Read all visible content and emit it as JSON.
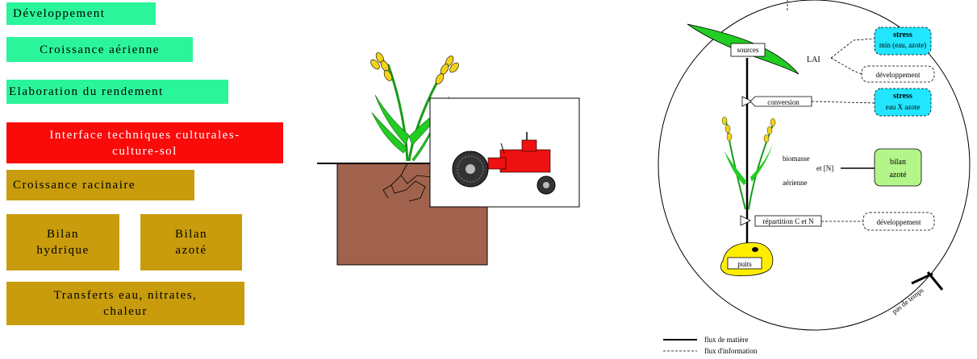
{
  "left_panel": {
    "developpement": "Développement",
    "croissance_aerienne": "Croissance aérienne",
    "elaboration": "Elaboration du rendement",
    "interface_line1": "Interface techniques culturales-",
    "interface_line2": "culture-sol",
    "croissance_racinaire": "Croissance racinaire",
    "bilan_hydrique_line1": "Bilan",
    "bilan_hydrique_line2": "hydrique",
    "bilan_azote_line1": "Bilan",
    "bilan_azote_line2": "azoté",
    "transferts_line1": "Transferts eau, nitrates,",
    "transferts_line2": "chaleur"
  },
  "model": {
    "sources": "sources",
    "lai": "LAI",
    "stress1_title": "stress",
    "stress1_sub": "min (eau, azote)",
    "developpement1": "développement",
    "conversion": "conversion",
    "stress2_title": "stress",
    "stress2_sub": "eau X azote",
    "biomasse": "biomasse",
    "aerienne": "aérienne",
    "et_n": "et [N]",
    "bilan_azote_line1": "bilan",
    "bilan_azote_line2": "azoté",
    "repartition": "répartition C et N",
    "developpement2": "développement",
    "puits": "puits",
    "pas_de_temps": "pas de temps",
    "legend_matiere": "flux de matière",
    "legend_information": "flux d'information"
  },
  "colors": {
    "green": "#2bf59a",
    "red": "#fb0a0a",
    "gold": "#c89c0c",
    "cyan": "#22e6ff",
    "light_green": "#b4f58a",
    "leaf": "#22cc22",
    "soil": "#a0624c",
    "puits_yellow": "#ffee00",
    "tractor_red": "#ee1111"
  }
}
